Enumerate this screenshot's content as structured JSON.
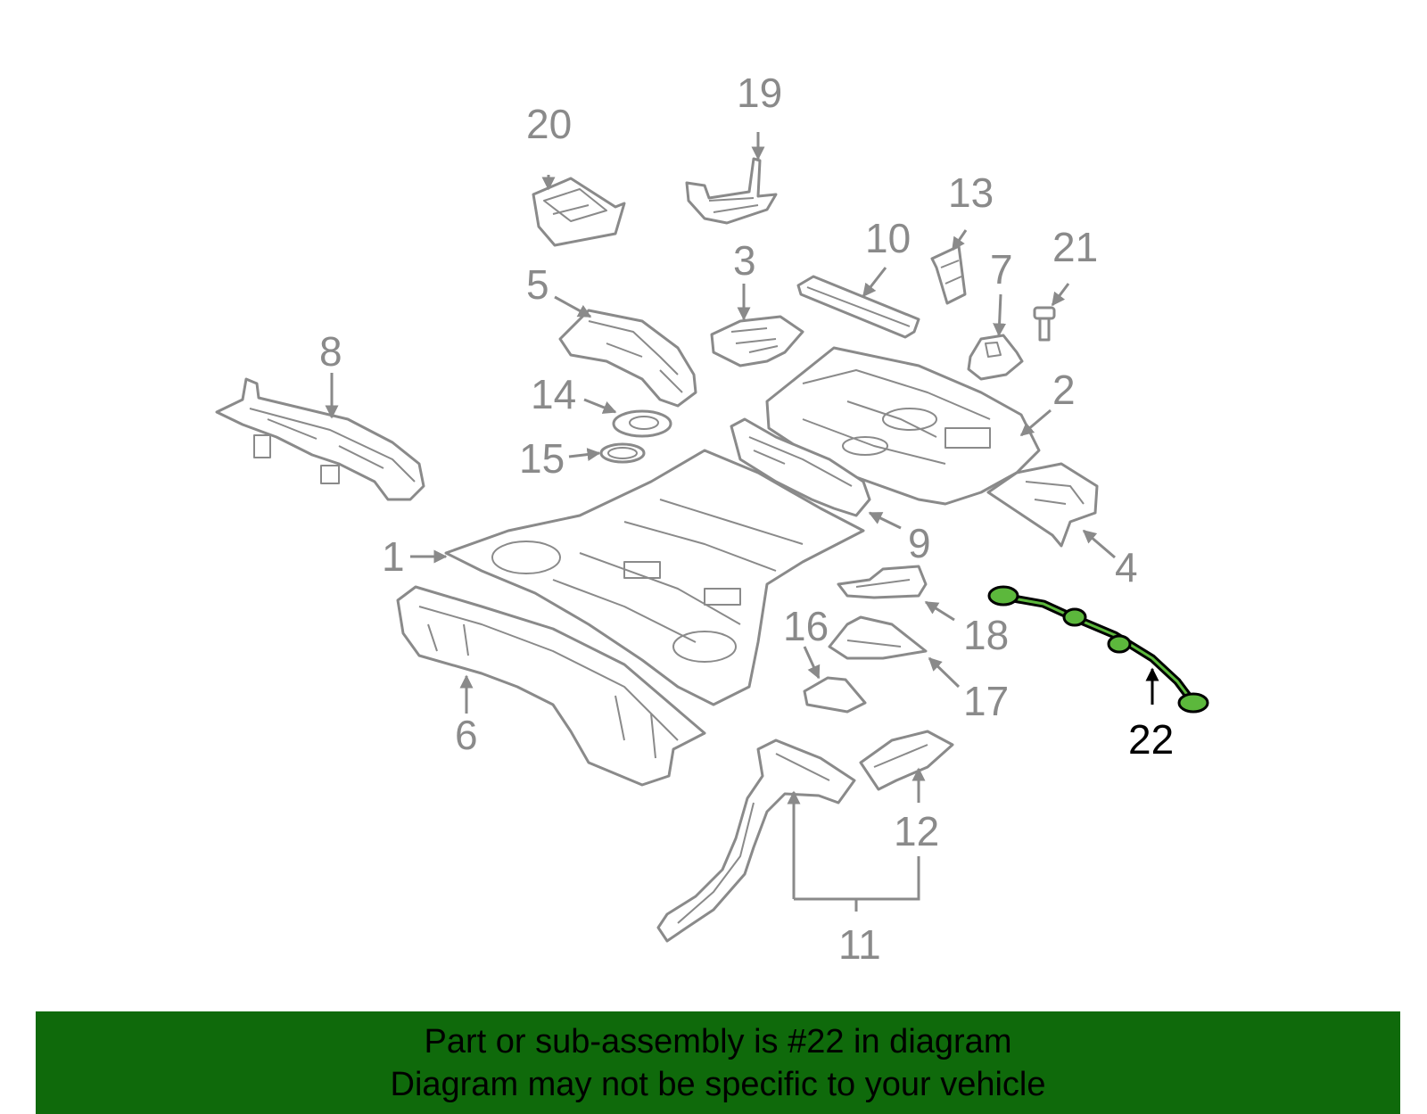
{
  "diagram": {
    "callouts": [
      "1",
      "2",
      "3",
      "4",
      "5",
      "6",
      "7",
      "8",
      "9",
      "10",
      "11",
      "12",
      "13",
      "14",
      "15",
      "16",
      "17",
      "18",
      "19",
      "20",
      "21",
      "22"
    ],
    "highlighted_callout": "22",
    "colors": {
      "part_line": "#8a8a8a",
      "highlight_part": "#000000",
      "highlight_fill": "#5cb83c",
      "banner_bg": "#0f6a0b"
    }
  },
  "banner": {
    "line1": "Part or sub-assembly is #22 in diagram",
    "line2": "Diagram may not be specific to your vehicle"
  }
}
